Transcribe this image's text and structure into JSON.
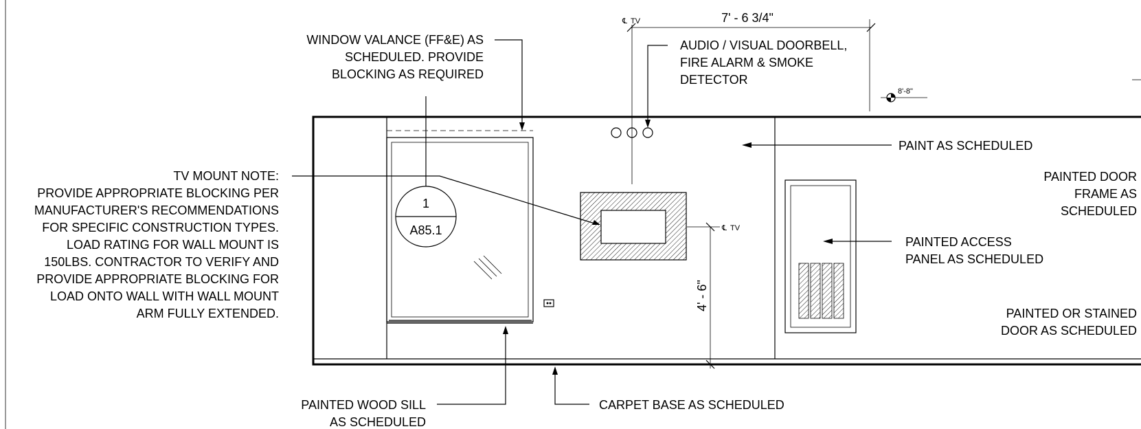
{
  "notes": {
    "window_valance": [
      "WINDOW VALANCE (FF&E) AS",
      "SCHEDULED. PROVIDE",
      "BLOCKING AS REQUIRED"
    ],
    "doorbell": [
      "AUDIO / VISUAL DOORBELL,",
      "FIRE ALARM & SMOKE",
      "DETECTOR"
    ],
    "tv_mount": [
      "TV MOUNT NOTE:",
      "PROVIDE APPROPRIATE BLOCKING PER",
      "MANUFACTURER'S RECOMMENDATIONS",
      "FOR SPECIFIC CONSTRUCTION TYPES.",
      "LOAD RATING FOR WALL MOUNT IS",
      "150LBS. CONTRACTOR TO VERIFY AND",
      "PROVIDE APPROPRIATE BLOCKING FOR",
      "LOAD ONTO WALL WITH WALL MOUNT",
      "ARM FULLY EXTENDED."
    ],
    "paint": "PAINT AS SCHEDULED",
    "door_frame": [
      "PAINTED DOOR",
      "FRAME AS",
      "SCHEDULED"
    ],
    "access_panel": [
      "PAINTED ACCESS",
      "PANEL AS SCHEDULED"
    ],
    "door": [
      "PAINTED OR STAINED",
      "DOOR AS SCHEDULED"
    ],
    "wood_sill": [
      "PAINTED WOOD SILL",
      "AS SCHEDULED"
    ],
    "carpet_base": "CARPET BASE AS SCHEDULED"
  },
  "dimensions": {
    "width": "7' - 6 3/4\"",
    "height": "4' - 6\"",
    "ceiling": "8'-8\""
  },
  "markers": {
    "tv_centerline_top": "TV",
    "tv_centerline_side": "TV"
  },
  "detail_callout": {
    "number": "1",
    "sheet": "A85.1"
  }
}
